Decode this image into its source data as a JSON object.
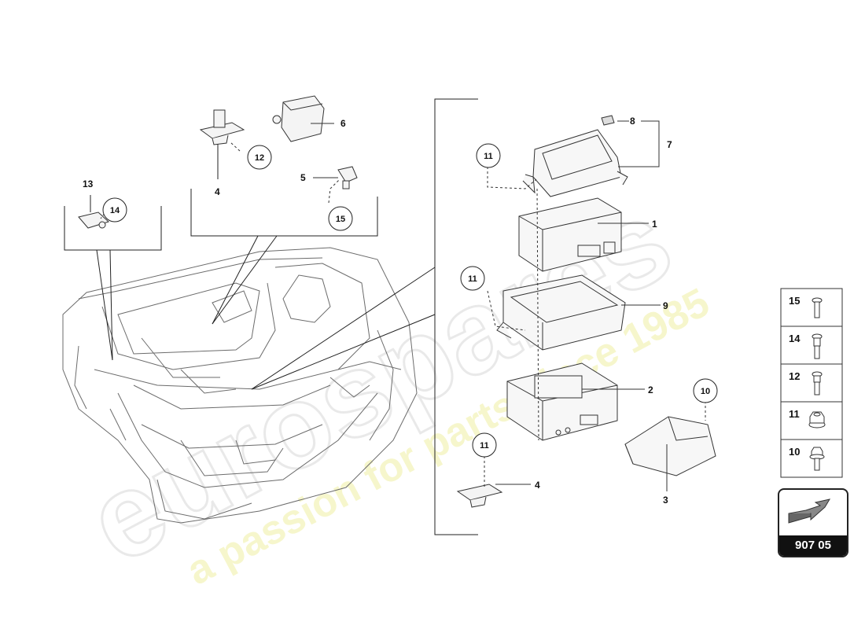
{
  "diagram": {
    "part_labels": [
      "1",
      "2",
      "3",
      "4",
      "4",
      "5",
      "6",
      "7",
      "8",
      "9",
      "13"
    ],
    "callouts": [
      "10",
      "11",
      "11",
      "11",
      "12",
      "14",
      "15"
    ],
    "legend": [
      {
        "num": "15",
        "icon": "screw-icon"
      },
      {
        "num": "14",
        "icon": "bolt-icon"
      },
      {
        "num": "12",
        "icon": "screw-icon"
      },
      {
        "num": "11",
        "icon": "hex-nut-icon"
      },
      {
        "num": "10",
        "icon": "hex-bolt-icon"
      }
    ],
    "reference_code": "907 05",
    "watermark": {
      "brand": "eurospares",
      "tagline": "a passion for parts since 1985"
    }
  }
}
